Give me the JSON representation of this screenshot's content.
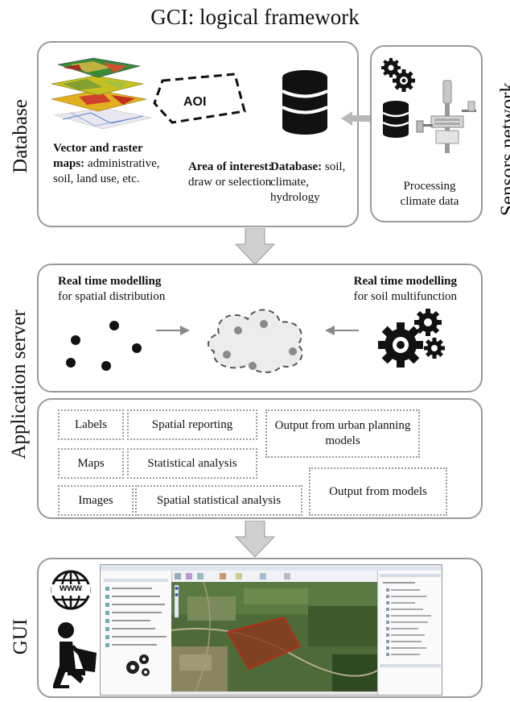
{
  "title": "GCI: logical framework",
  "side_labels": {
    "database": "Database",
    "sensors": "Sensors network",
    "application_server": "Application server",
    "gui": "GUI"
  },
  "database_panel": {
    "maps_bold": "Vector and raster maps:",
    "maps_text": "administrative, soil, land use, etc.",
    "aoi_icon_text": "AOI",
    "aoi_bold": "Area of interest:",
    "aoi_text": "draw or selection",
    "db_bold": "Database:",
    "db_text": "soil, climate, hydrology"
  },
  "sensors_panel": {
    "text": "Processing climate data"
  },
  "modelling_panel": {
    "left_bold": "Real time modelling",
    "left_text": "for spatial distribution",
    "right_bold": "Real time modelling",
    "right_text": "for soil multifunction"
  },
  "outputs_panel": {
    "labels": "Labels",
    "spatial_reporting": "Spatial reporting",
    "urban": "Output from urban planning models",
    "maps": "Maps",
    "statistical": "Statistical analysis",
    "images": "Images",
    "spatial_statistical": "Spatial statistical analysis",
    "models": "Output from models"
  },
  "gui_panel": {
    "www_icon_text": "www"
  },
  "colors": {
    "panel_border": "#9a9a9a",
    "arrow_fill": "#cfcfcf",
    "dot_gray": "#8a8a8a"
  }
}
